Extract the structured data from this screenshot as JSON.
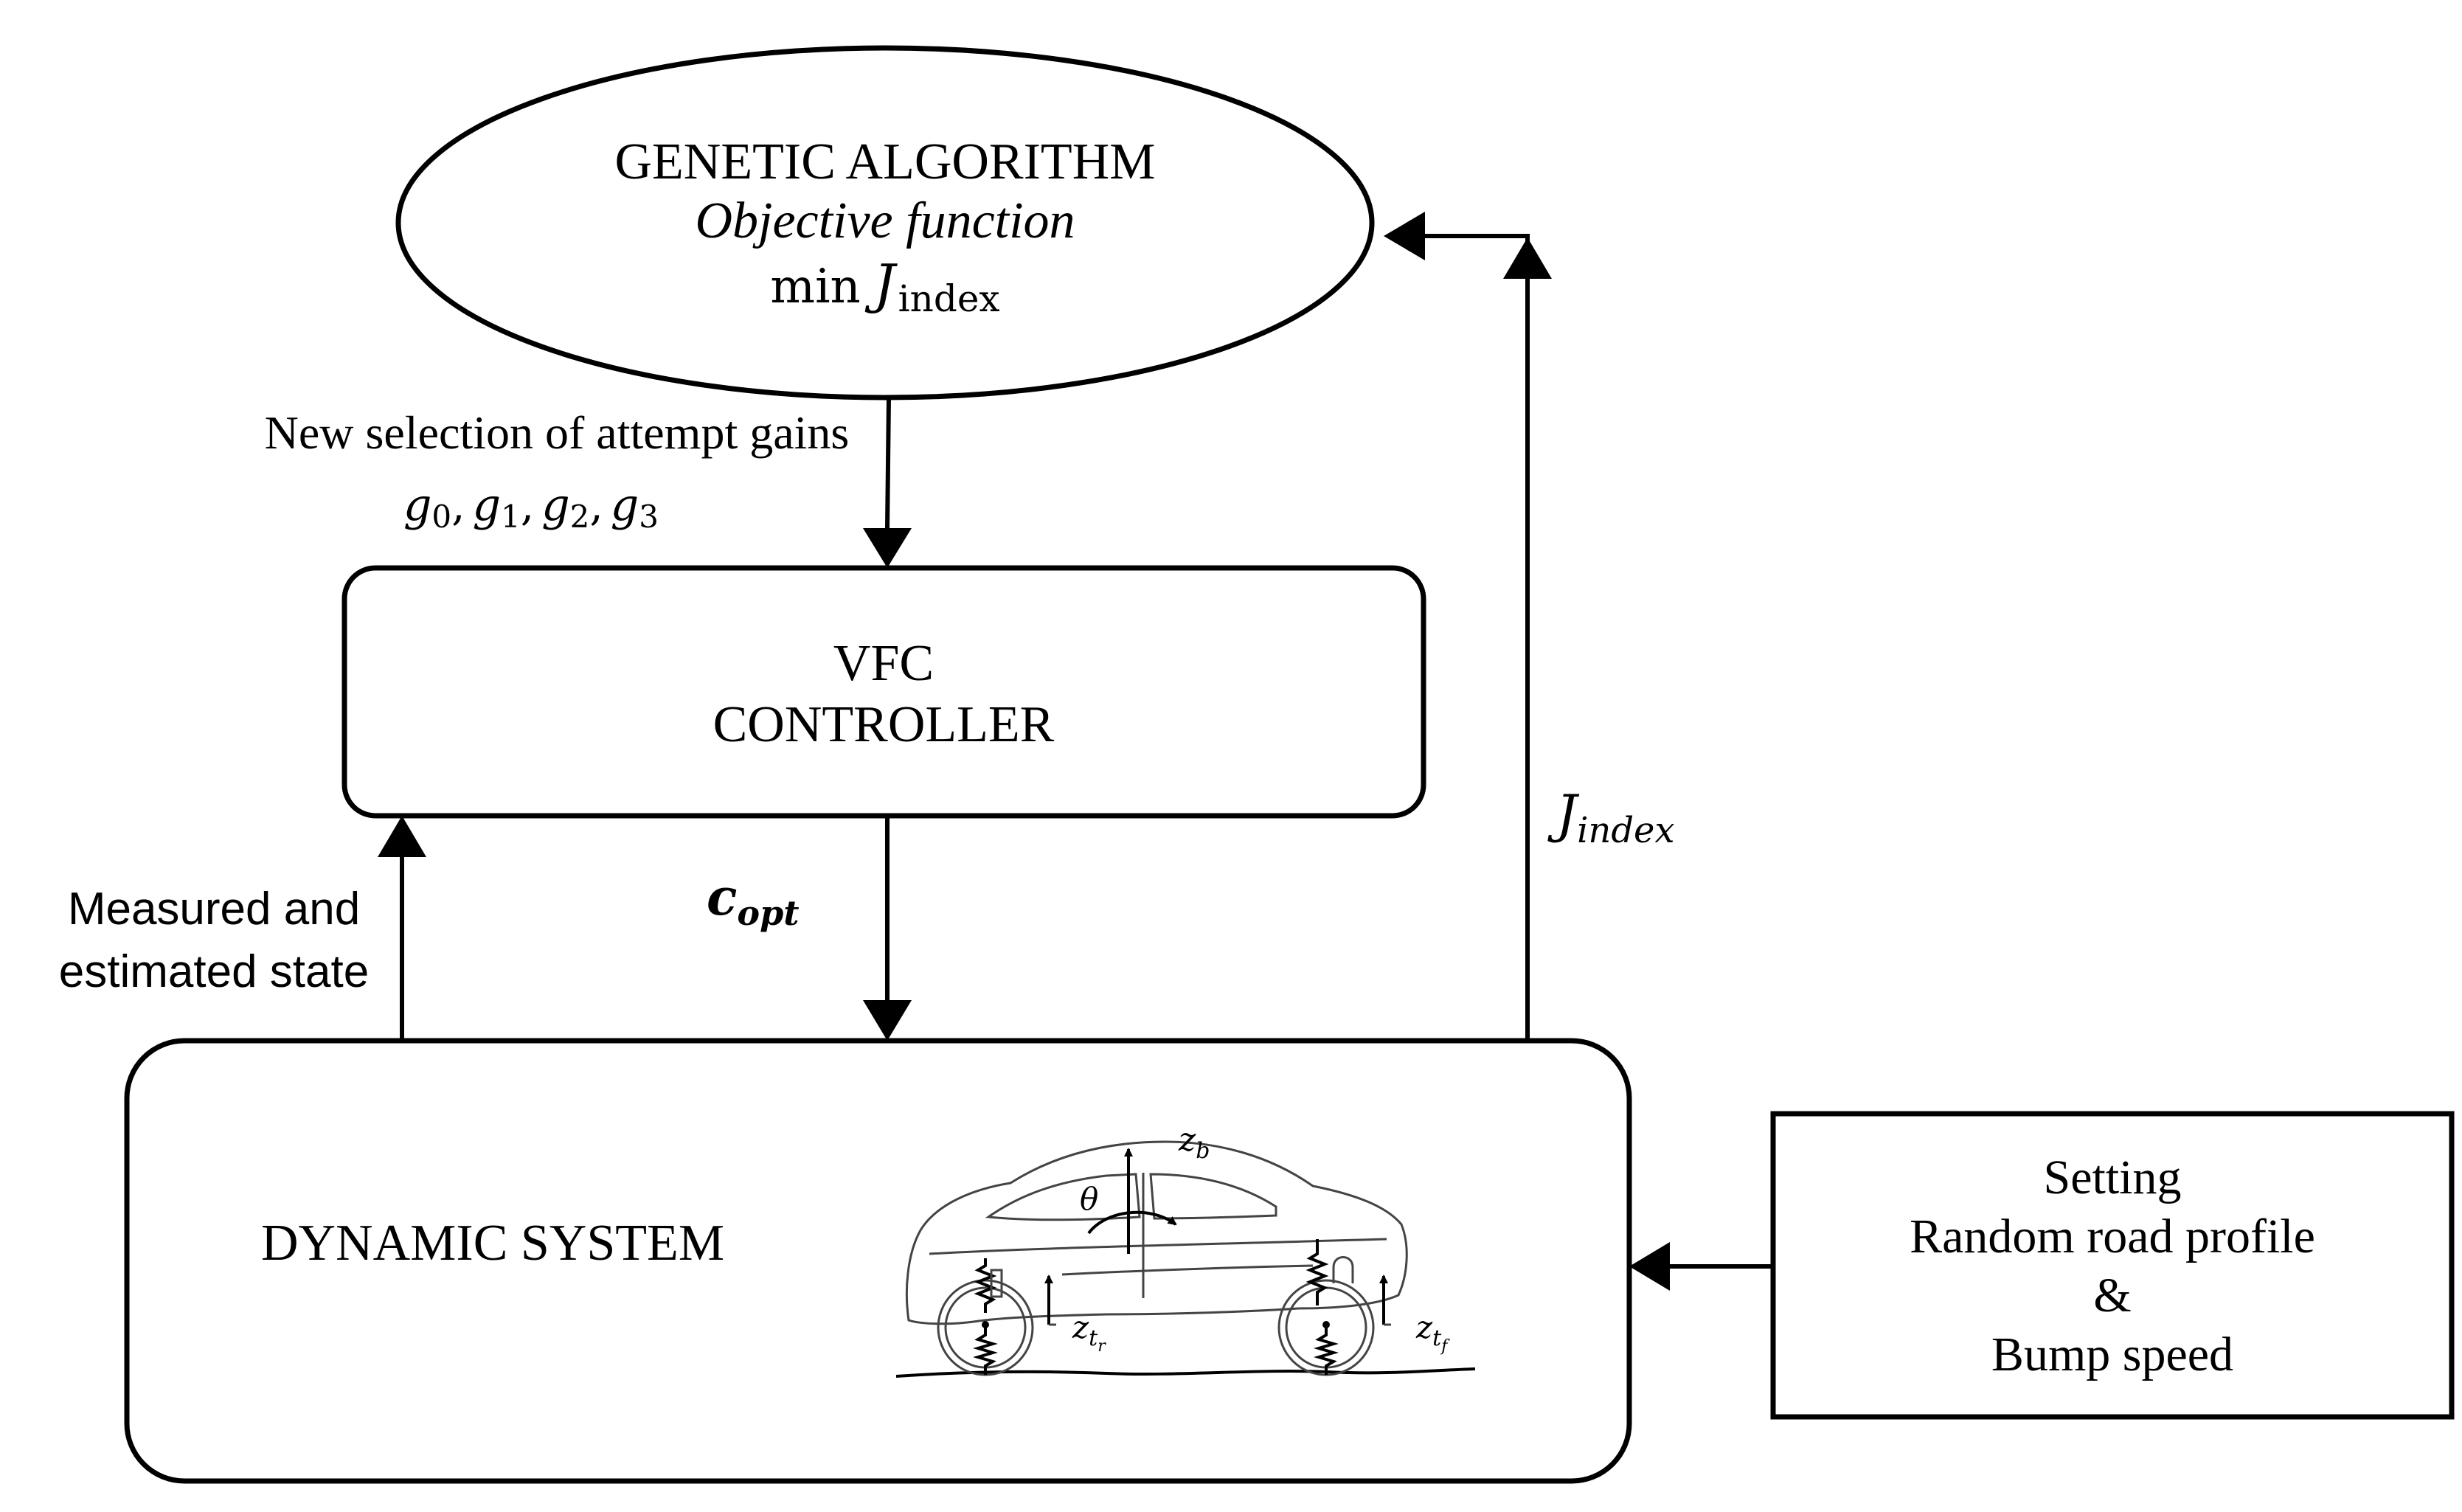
{
  "genetic_algorithm": {
    "title": "GENETIC ALGORITHM",
    "subtitle": "Objective function",
    "min_text": "min",
    "J": "J",
    "J_sub": "index"
  },
  "gains": {
    "label": "New selection of attempt gains",
    "g0": "g",
    "g0_sub": "0",
    "g1": "g",
    "g1_sub": "1",
    "g2": "g",
    "g2_sub": "2",
    "g3": "g",
    "g3_sub": "3",
    "sep": ","
  },
  "vfc": {
    "line1": "VFC",
    "line2": "CONTROLLER"
  },
  "measured": {
    "line1": "Measured and",
    "line2": "estimated state"
  },
  "copt": {
    "c": "c",
    "sub": "opt"
  },
  "jindex": {
    "J": "J",
    "sub": "index"
  },
  "dynamic_system": {
    "label": "DYNAMIC SYSTEM",
    "z": "z",
    "zb_sub": "b",
    "theta": "θ",
    "t": "t",
    "r": "r",
    "f": "f"
  },
  "setting": {
    "line1": "Setting",
    "line2": "Random road profile",
    "line3": "&",
    "line4": "Bump speed"
  }
}
